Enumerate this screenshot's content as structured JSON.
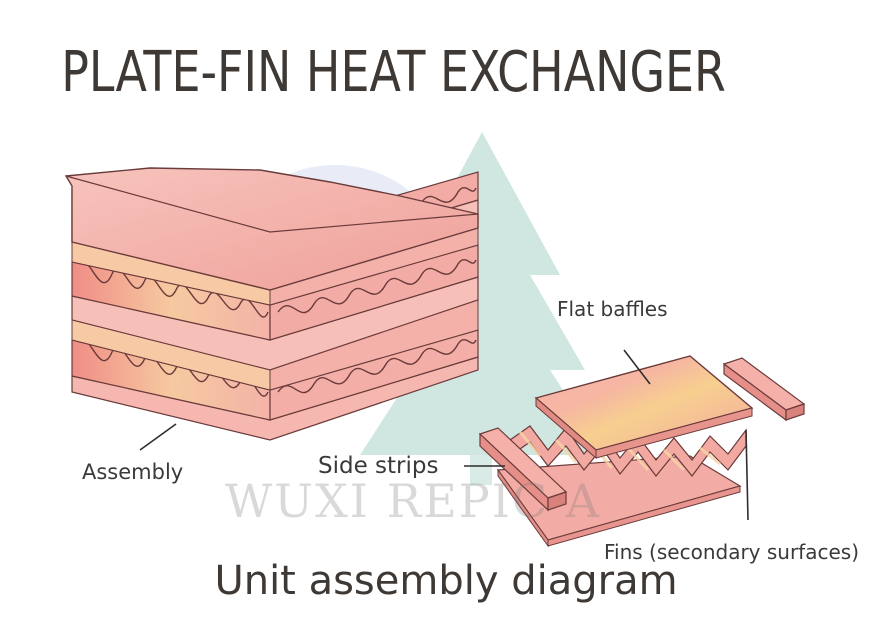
{
  "title": "PLATE-FIN HEAT EXCHANGER",
  "subtitle": "Unit assembly diagram",
  "labels": {
    "assembly": "Assembly",
    "flat_baffles": "Flat baffles",
    "side_strips": "Side strips",
    "fins": "Fins (secondary surfaces)"
  },
  "watermark": {
    "text": "WUXI  REPIC A"
  },
  "colors": {
    "title": "#3f3935",
    "plate": "#f4b9b3",
    "plate_edge": "#6b3b3b",
    "fin": "#f1a9a4",
    "highlight": "#f6cf8e",
    "tree": "#9fc8bd",
    "circle": "#b9bedf"
  }
}
